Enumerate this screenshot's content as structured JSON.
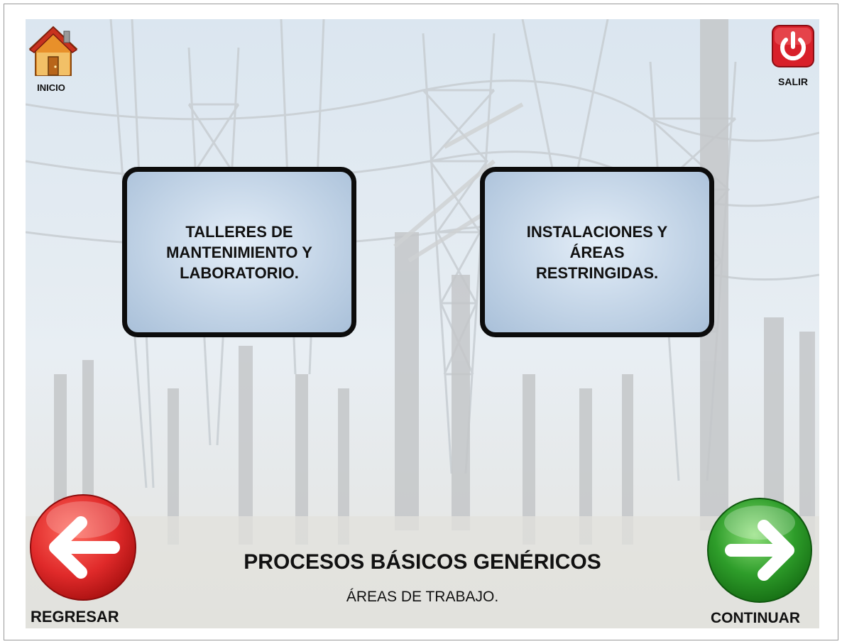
{
  "header": {
    "home_label": "INICIO",
    "exit_label": "SALIR"
  },
  "options": [
    {
      "lines": [
        "TALLERES DE",
        "MANTENIMIENTO Y",
        "LABORATORIO."
      ]
    },
    {
      "lines": [
        "INSTALACIONES Y",
        "ÁREAS",
        "RESTRINGIDAS."
      ]
    }
  ],
  "footer": {
    "back_label": "REGRESAR",
    "next_label": "CONTINUAR",
    "title": "PROCESOS BÁSICOS GENÉRICOS",
    "subtitle": "ÁREAS DE TRABAJO."
  },
  "colors": {
    "exit_red": "#d8202a",
    "back_red": "#e02a2a",
    "next_green": "#2e9d2a",
    "card_border": "#0c0c0c",
    "card_fill": "#b9cde3"
  },
  "icons": {
    "home": "house-icon",
    "exit": "power-icon",
    "back": "arrow-left-icon",
    "next": "arrow-right-icon"
  }
}
